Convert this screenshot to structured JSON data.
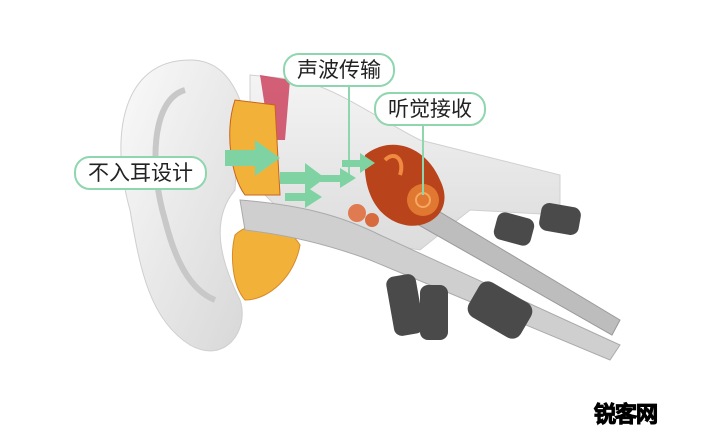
{
  "labels": {
    "non_in_ear": "不入耳设计",
    "sound_transmission": "声波传输",
    "hearing_reception": "听觉接收"
  },
  "watermark": {
    "part1": "锐客",
    "part2": "网"
  },
  "colors": {
    "label_border": "#8fd6ae",
    "arrow": "#7fd3a3",
    "cochlea": "#d9621e",
    "tissue": "#f2b23a"
  }
}
